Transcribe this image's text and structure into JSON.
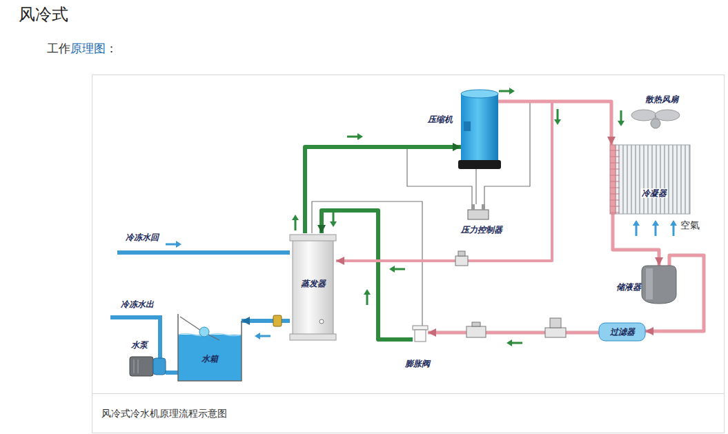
{
  "diagram": {
    "title": "风冷式",
    "caption": "风冷式冷水机原理流程示意图",
    "nodes": [
      {
        "text": [
          "压缩机"
        ]
      },
      {
        "text": [
          "散热风扇"
        ]
      },
      {
        "text": [
          "冷凝器"
        ]
      },
      {
        "text": [
          "压力控制器"
        ]
      },
      {
        "text": [
          "蒸发器"
        ]
      },
      {
        "text": [
          "储液器"
        ]
      },
      {
        "text": [
          "过滤器"
        ]
      },
      {
        "text": [
          "膨胀阀"
        ]
      },
      {
        "text": [
          "水箱"
        ]
      },
      {
        "text": [
          "水泵"
        ]
      }
    ],
    "edges": [
      {
        "from": 0,
        "to": 2,
        "arrow": "to"
      },
      {
        "from": 2,
        "to": 5,
        "arrow": "to"
      },
      {
        "from": 5,
        "to": 6,
        "arrow": "to"
      },
      {
        "from": 6,
        "to": 7,
        "arrow": "to"
      },
      {
        "from": 7,
        "to": 4,
        "arrow": "to"
      },
      {
        "from": 4,
        "to": 0,
        "arrow": "to"
      },
      {
        "from": 0,
        "to": 4,
        "arrow": "to"
      },
      {
        "from": 4,
        "to": 8,
        "arrow": "to"
      },
      {
        "from": 8,
        "to": 9,
        "arrow": "none"
      },
      {
        "from": 0,
        "to": 3,
        "arrow": "none"
      }
    ],
    "labels": [
      "工作",
      "原理图",
      "：",
      "空氣",
      "冷冻水回",
      "冷冻水出"
    ]
  }
}
